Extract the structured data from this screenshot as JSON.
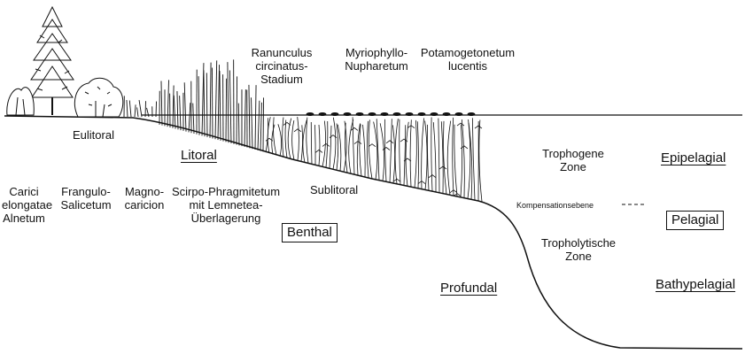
{
  "colors": {
    "ink": "#111111",
    "background": "#ffffff"
  },
  "plant_communities": {
    "ranunculus": [
      "Ranunculus",
      "circinatus-",
      "Stadium"
    ],
    "myriophyllo": [
      "Myriophyllo-",
      "Nupharetum"
    ],
    "potamogetonetum": [
      "Potamogetonetum",
      "lucentis"
    ],
    "carici": [
      "Carici",
      "elongatae",
      "Alnetum"
    ],
    "frangulo": [
      "Frangulo-",
      "Salicetum"
    ],
    "magno": [
      "Magno-",
      "caricion"
    ],
    "scirpo": [
      "Scirpo-Phragmitetum",
      "mit Lemnetea-",
      "Überlagerung"
    ]
  },
  "zones": {
    "eulitoral": "Eulitoral",
    "litoral": "Litoral",
    "sublitoral": "Sublitoral",
    "benthal": "Benthal",
    "profundal": "Profundal",
    "trophogene": [
      "Trophogene",
      "Zone"
    ],
    "tropholytische": [
      "Tropholytische",
      "Zone"
    ],
    "kompensation": "Kompensationsebene",
    "epipelagial": "Epipelagial",
    "pelagial": "Pelagial",
    "bathypelagial": "Bathypelagial"
  },
  "icons": [
    "conifer-tree-icon",
    "deciduous-shrub-icon",
    "reed-bed-icon",
    "submerged-plants-icon"
  ]
}
